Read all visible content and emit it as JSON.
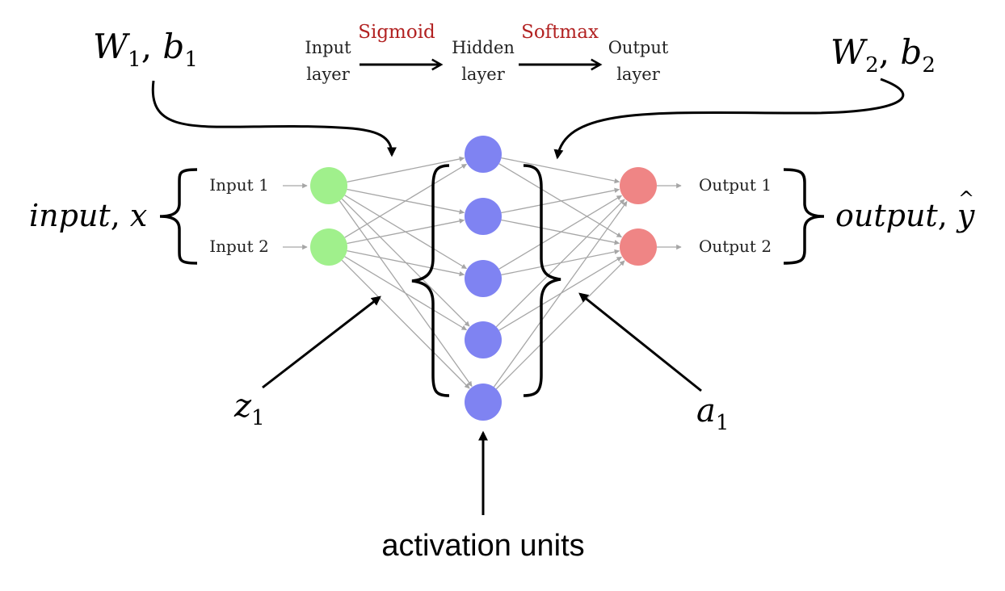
{
  "header": {
    "input_layer_line1": "Input",
    "input_layer_line2": "layer",
    "hidden_layer_line1": "Hidden",
    "hidden_layer_line2": "layer",
    "output_layer_line1": "Output",
    "output_layer_line2": "layer",
    "activation1": "Sigmoid",
    "activation2": "Softmax"
  },
  "params": {
    "w1_main": "W",
    "w1_sub": "1",
    "b1_main": "b",
    "b1_sub": "1",
    "w2_main": "W",
    "w2_sub": "2",
    "b2_main": "b",
    "b2_sub": "2",
    "separator": ", "
  },
  "inputs": {
    "group_label_main": "input",
    "group_label_var": "x",
    "input1": "Input 1",
    "input2": "Input 2"
  },
  "outputs": {
    "group_label_main": "output",
    "group_label_var": "y",
    "hat": "^",
    "output1": "Output 1",
    "output2": "Output 2"
  },
  "annotations": {
    "z_main": "z",
    "z_sub": "1",
    "a_main": "a",
    "a_sub": "1",
    "activation_units": "activation units"
  },
  "colors": {
    "input_node": "#a0f08c",
    "hidden_node": "#7f83f2",
    "output_node": "#ef8585",
    "activation_text": "#b22222",
    "edge": "#a6a6a6",
    "ink": "#000000"
  }
}
